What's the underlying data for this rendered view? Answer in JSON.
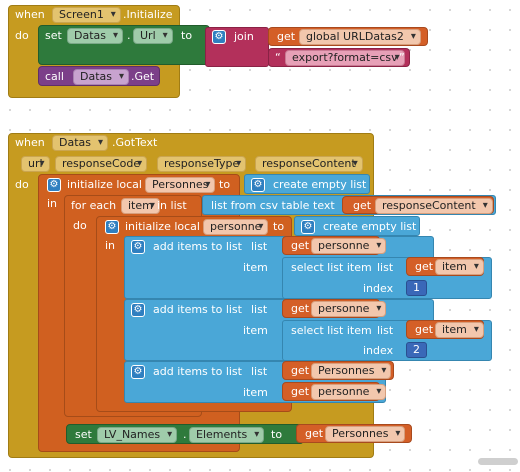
{
  "screen_init": {
    "when": "when",
    "component": "Screen1",
    "event": ".Initialize",
    "do": "do",
    "set": "set",
    "set_component": "Datas",
    "set_property": "Url",
    "to": "to",
    "join": "join",
    "get": "get",
    "global_var": "global URLDatas2",
    "text": "export?format=csv",
    "call": "call",
    "call_component": "Datas",
    "call_method": ".Get"
  },
  "gottext": {
    "when": "when",
    "component": "Datas",
    "event": ".GotText",
    "params": [
      "url",
      "responseCode",
      "responseType",
      "responseContent"
    ],
    "do": "do",
    "init_local": "initialize local",
    "var_personnes": "Personnes",
    "to": "to",
    "create_empty_list": "create empty list",
    "in": "in",
    "for_each": "for each",
    "item_var": "item",
    "in_list": "in list",
    "list_from_csv": "list from csv table",
    "text_label": "text",
    "get": "get",
    "response_content": "responseContent",
    "var_personne": "personne",
    "add_items": "add items to list",
    "list_label": "list",
    "item_label": "item",
    "select_list_item": "select list item",
    "index_label": "index",
    "index_1": "1",
    "index_2": "2",
    "set": "set",
    "set_component": "LV_Names",
    "set_property": "Elements"
  }
}
